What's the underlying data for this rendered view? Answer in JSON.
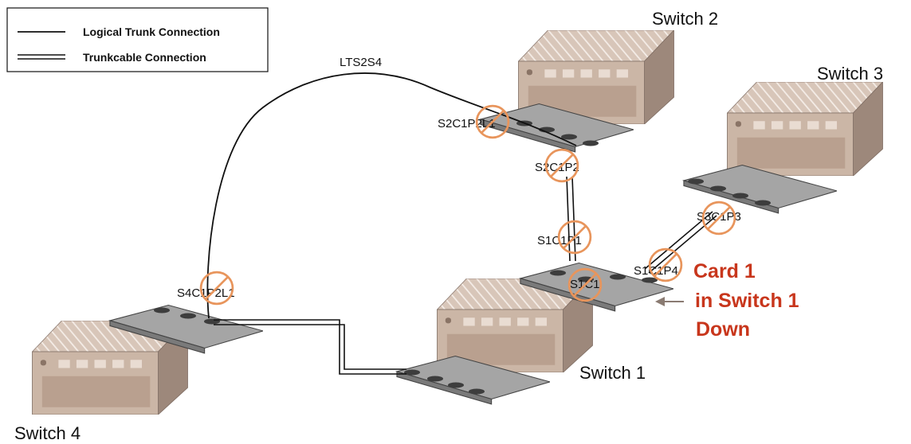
{
  "legend": {
    "logical": "Logical Trunk Connection",
    "cable": "Trunkcable Connection"
  },
  "switches": {
    "s1": "Switch 1",
    "s2": "Switch 2",
    "s3": "Switch 3",
    "s4": "Switch 4"
  },
  "trunk_label": "LTS2S4",
  "ports": {
    "s2c1p2l1": "S2C1P2L1",
    "s2c1p2": "S2C1P2",
    "s1c1p1": "S1C1P1",
    "s1c1": "S1C1",
    "s1c1p4": "S1C1P4",
    "s3c1p3": "S3C1P3",
    "s4c1p2l1": "S4C1P2L1"
  },
  "alert": {
    "line1": "Card 1",
    "line2": "in Switch 1",
    "line3": "Down"
  },
  "colors": {
    "alert": "#c8361c",
    "no_sign": "#e8955c",
    "card": "#a5a5a5",
    "chassis_top": "#d9c6b8",
    "chassis_front": "#cdb7a7",
    "chassis_side": "#a0897b"
  }
}
